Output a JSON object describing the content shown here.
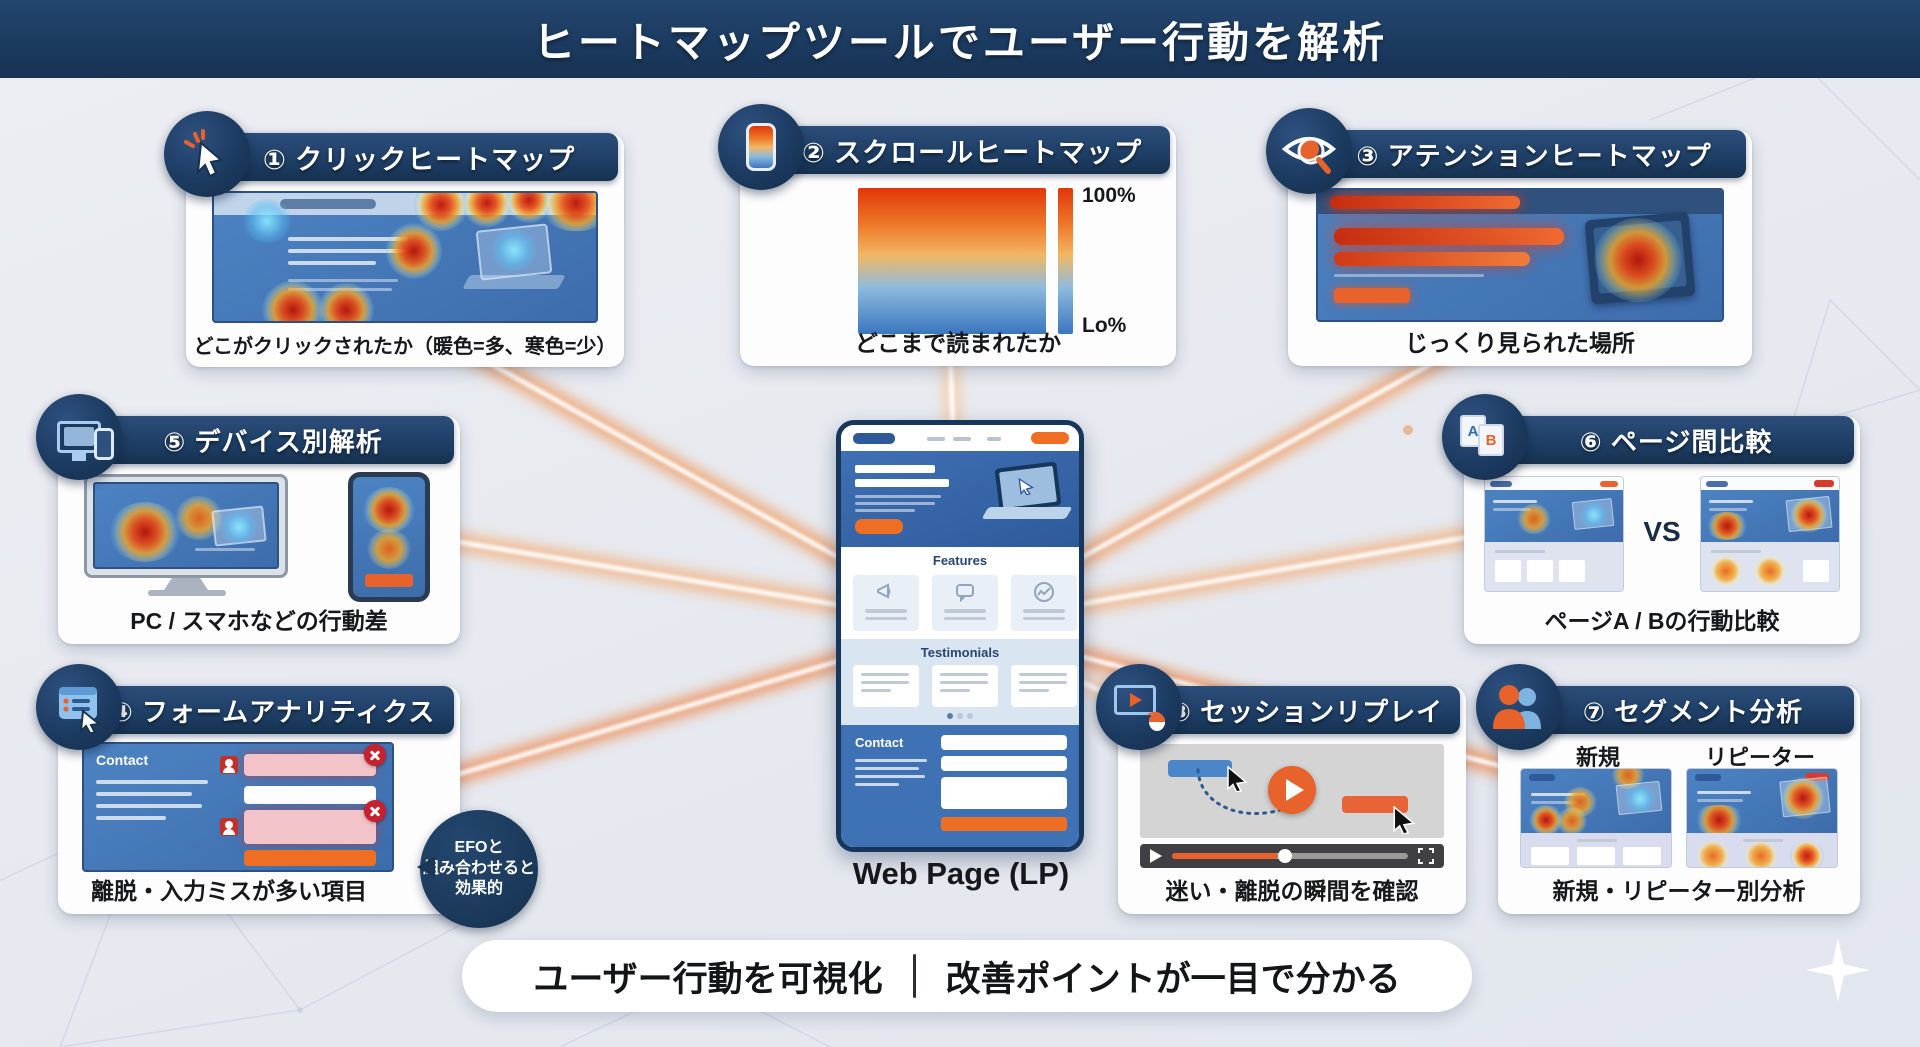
{
  "title": "ヒートマップツールでユーザー行動を解析",
  "panels": {
    "click": {
      "label": "① クリックヒートマップ",
      "caption": "どこがクリックされたか（暖色=多、寒色=少）"
    },
    "scroll": {
      "label": "② スクロールヒートマップ",
      "caption": "どこまで読まれたか",
      "scale_top": "100%",
      "scale_bottom": "Lo%"
    },
    "attention": {
      "label": "③ アテンションヒートマップ",
      "caption": "じっくり見られた場所"
    },
    "form": {
      "label": "④ フォームアナリティクス",
      "caption": "離脱・入力ミスが多い項目",
      "mock_title": "Contact",
      "bubble_lines": [
        "EFOと",
        "組み合わせると",
        "効果的"
      ]
    },
    "device": {
      "label": "⑤ デバイス別解析",
      "caption": "PC / スマホなどの行動差"
    },
    "compare": {
      "label": "⑥ ページ間比較",
      "caption": "ページA / Bの行動比較",
      "vs": "VS",
      "icon_a": "A",
      "icon_b": "B"
    },
    "segment": {
      "label": "⑦ セグメント分析",
      "caption": "新規・リピーター別分析",
      "group_left": "新規",
      "group_right": "リピーター"
    },
    "replay": {
      "label": "⑧ セッションリプレイ",
      "caption": "迷い・離脱の瞬間を確認"
    }
  },
  "center": {
    "label": "Web Page (LP)",
    "features": "Features",
    "testimonials": "Testimonials",
    "contact": "Contact"
  },
  "footer": {
    "left": "ユーザー行動を可視化",
    "right": "改善ポイントが一目で分かる"
  },
  "colors": {
    "navy": "#1b3a5f",
    "orange": "#e8622b",
    "heat_red": "#d82f0e",
    "page_blue": "#4679b8",
    "background": "#e8ebf0"
  }
}
